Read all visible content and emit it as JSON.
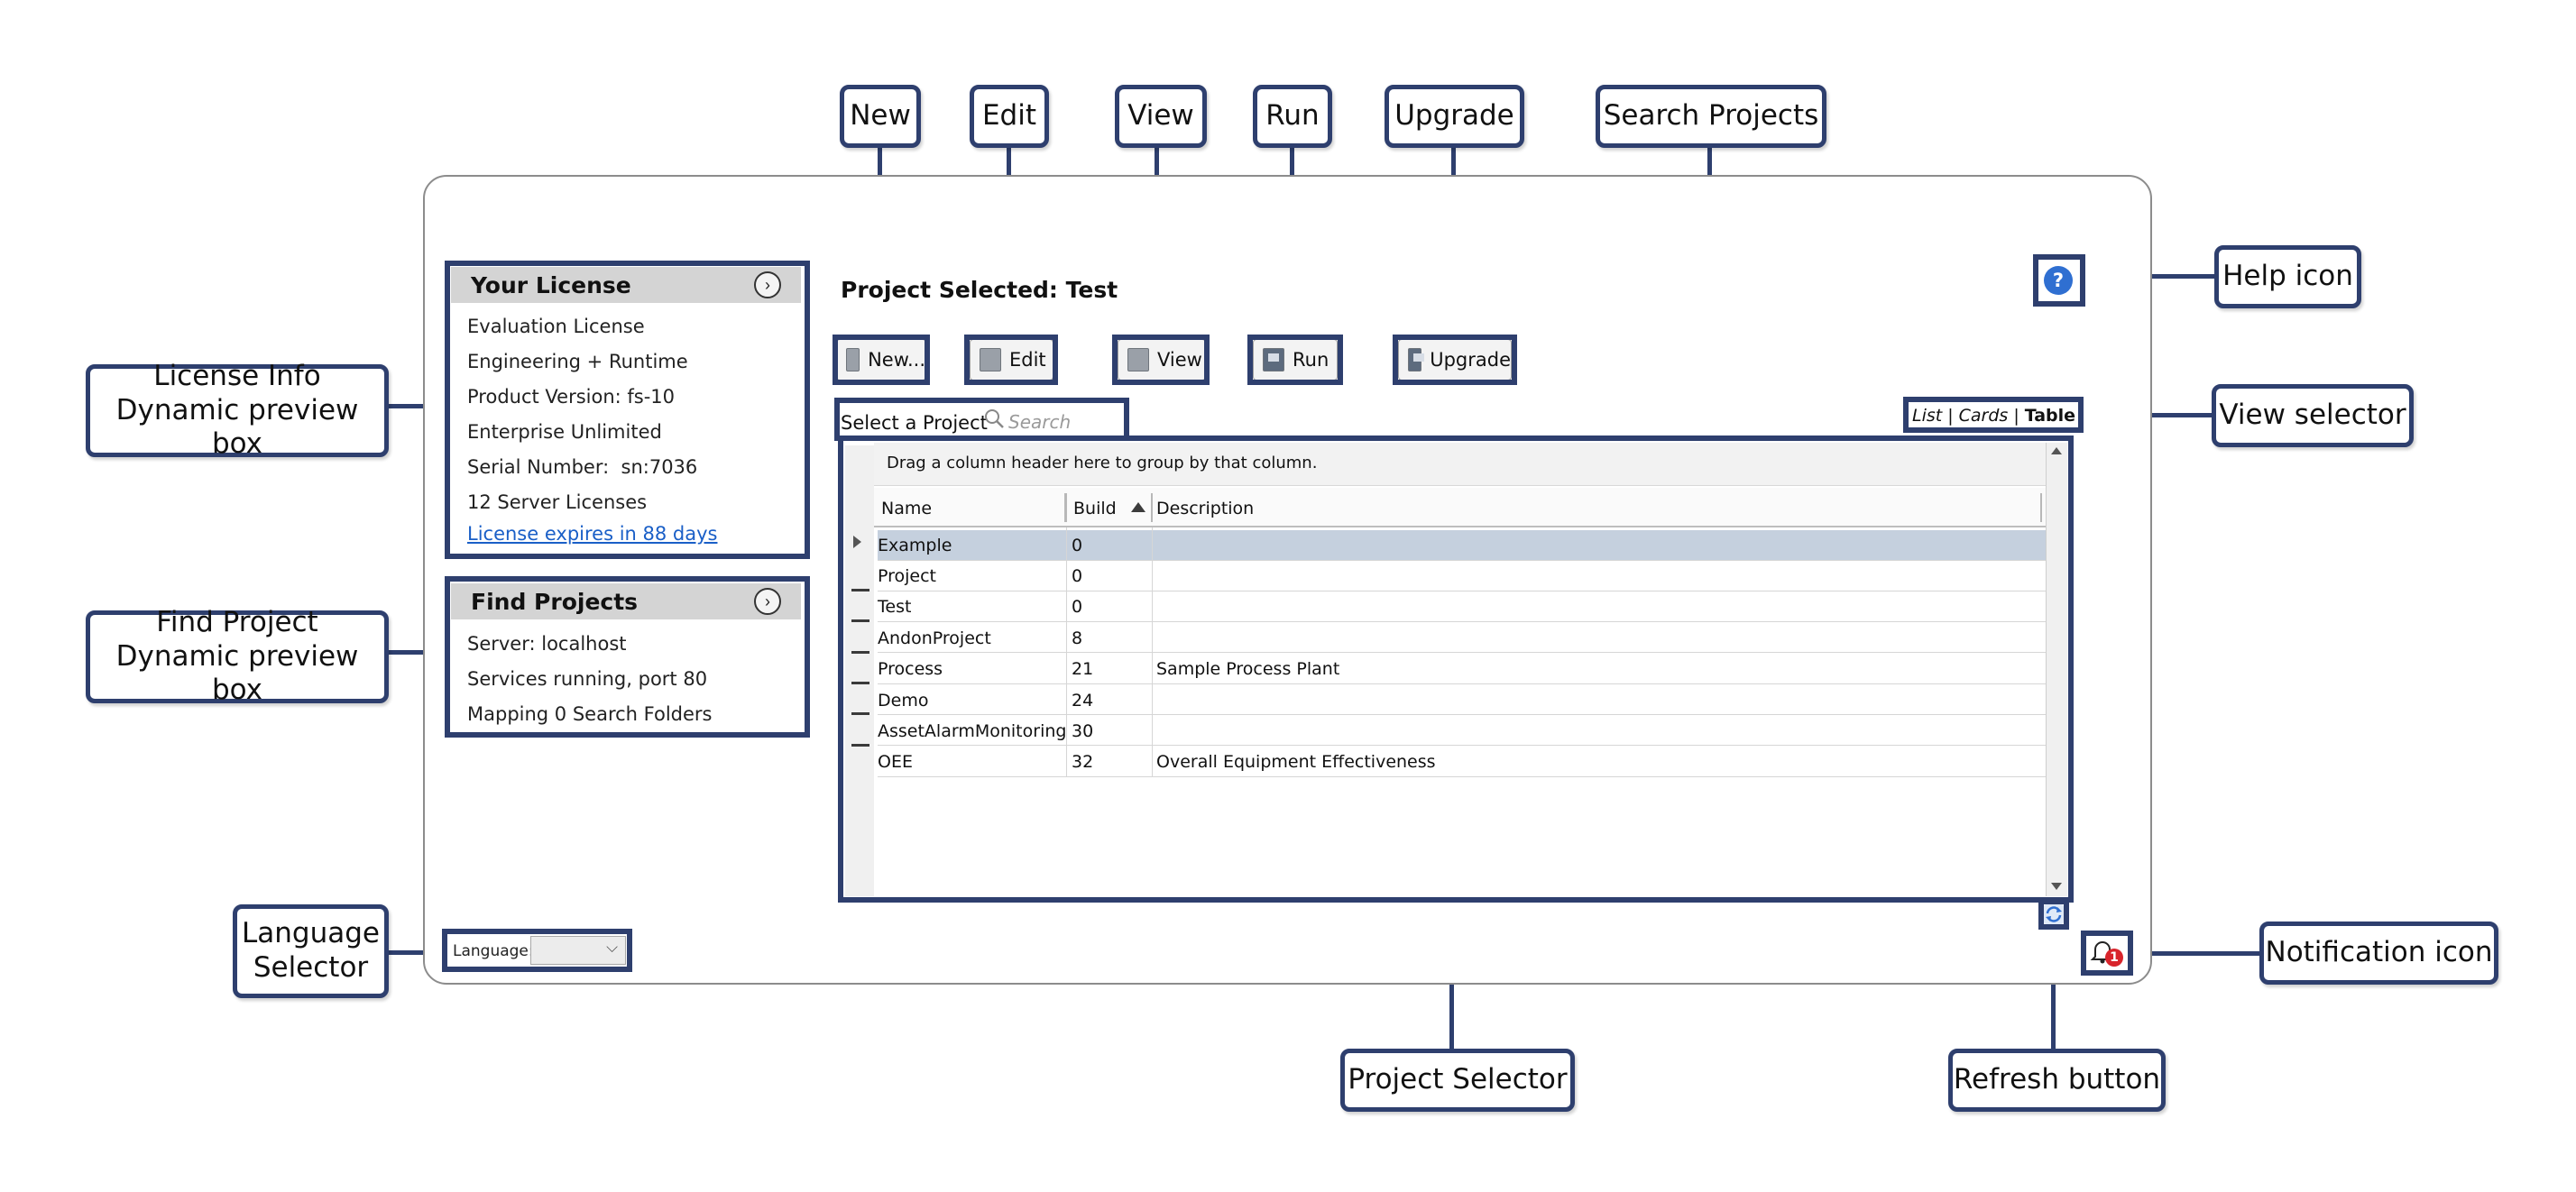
{
  "callouts": {
    "new": "New",
    "edit": "Edit",
    "view": "View",
    "run": "Run",
    "upgrade": "Upgrade",
    "search_projects": "Search Projects",
    "help_icon": "Help icon",
    "view_selector": "View selector",
    "license_info_line1": "License Info",
    "license_info_line2": "Dynamic preview box",
    "find_project_line1": "Find Project",
    "find_project_line2": "Dynamic preview box",
    "language_selector_line1": "Language",
    "language_selector_line2": "Selector",
    "notification_icon": "Notification icon",
    "project_selector": "Project Selector",
    "refresh_button": "Refresh button"
  },
  "license": {
    "title": "Your License",
    "lines": [
      "Evaluation License",
      "Engineering + Runtime",
      "Product Version: fs-10",
      "Enterprise Unlimited",
      "Serial Number:  sn:7036",
      "12 Server Licenses"
    ],
    "link": "License expires in 88 days"
  },
  "find_projects": {
    "title": "Find Projects",
    "lines": [
      "Server: localhost",
      "Services running, port 80",
      "Mapping 0 Search Folders"
    ]
  },
  "language": {
    "label": "Language:",
    "selected": ""
  },
  "project_selected": "Project Selected: Test",
  "toolbar": {
    "new": "New...",
    "edit": "Edit",
    "view": "View",
    "run": "Run",
    "upgrade": "Upgrade"
  },
  "search": {
    "label": "Select a Project",
    "placeholder": "Search"
  },
  "view_selector": {
    "list": "List",
    "sep1": "|",
    "cards": "Cards",
    "sep2": "|",
    "table": "Table",
    "active": "Table"
  },
  "grid": {
    "group_hint": "Drag a column header here to group by that column.",
    "columns": [
      "Name",
      "Build",
      "Description"
    ],
    "sort_column": "Build",
    "sort_direction": "ascending",
    "selected_row": "Example",
    "rows": [
      {
        "name": "Example",
        "build": "0",
        "description": ""
      },
      {
        "name": "Project",
        "build": "0",
        "description": ""
      },
      {
        "name": "Test",
        "build": "0",
        "description": ""
      },
      {
        "name": "AndonProject",
        "build": "8",
        "description": ""
      },
      {
        "name": "Process",
        "build": "21",
        "description": "Sample Process Plant"
      },
      {
        "name": "Demo",
        "build": "24",
        "description": ""
      },
      {
        "name": "AssetAlarmMonitoring",
        "build": "30",
        "description": ""
      },
      {
        "name": "OEE",
        "build": "32",
        "description": "Overall Equipment Effectiveness"
      }
    ]
  },
  "help": {
    "glyph": "?"
  },
  "notification": {
    "count": "1"
  },
  "colors": {
    "callout_border": "#2e3f6e",
    "link": "#1a5fc7",
    "selected_row": "#c5d0de",
    "panel_header": "#d4d4d4"
  }
}
